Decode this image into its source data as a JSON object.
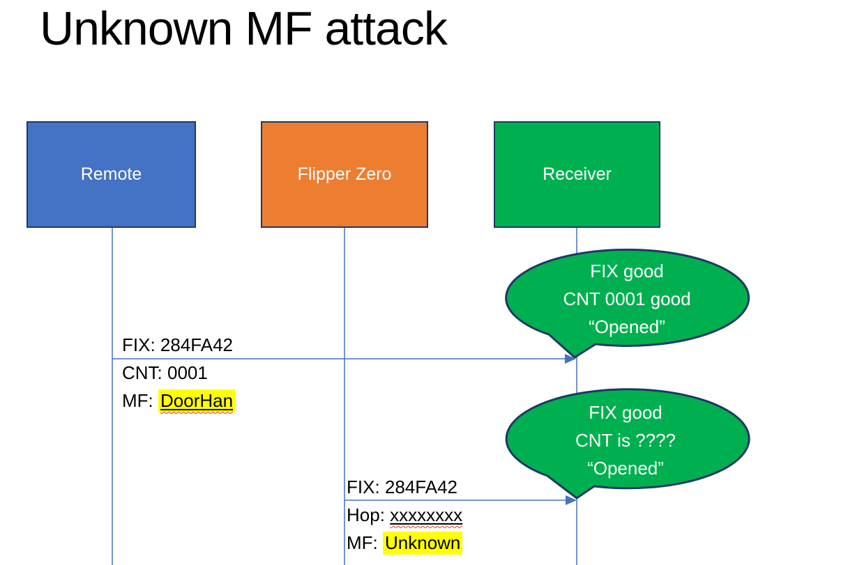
{
  "title": "Unknown MF attack",
  "actors": [
    {
      "label": "Remote",
      "fill": "#4472C4"
    },
    {
      "label": "Flipper Zero",
      "fill": "#ED7D31"
    },
    {
      "label": "Receiver",
      "fill": "#00B050"
    }
  ],
  "messages": [
    {
      "from": "Remote",
      "to": "Receiver",
      "top": "FIX: 284FA42",
      "mid": "CNT: 0001",
      "bot_prefix": "MF: ",
      "bot_value": "DoorHan"
    },
    {
      "from": "Flipper Zero",
      "to": "Receiver",
      "top": "FIX: 284FA42",
      "mid_prefix": "Hop: ",
      "mid_value": "xxxxxxxx",
      "bot_prefix": "MF: ",
      "bot_value": "Unknown"
    }
  ],
  "callouts": [
    {
      "line1": "FIX good",
      "line2": "CNT 0001 good",
      "line3": "“Opened”"
    },
    {
      "line1": "FIX good",
      "line2": "CNT is ????",
      "line3": "“Opened”"
    }
  ],
  "colors": {
    "actor_border": "#1F3864",
    "remote_fill": "#4472C4",
    "flipper_fill": "#ED7D31",
    "receiver_fill": "#00B050",
    "callout_fill": "#00B050",
    "callout_border": "#1F3864",
    "connector": "#4472C4",
    "highlight": "#FFFF00",
    "squiggle": "#EA3323",
    "title_text": "#000000",
    "actor_text": "#FFFFFF",
    "callout_text": "#FFFFFF"
  }
}
